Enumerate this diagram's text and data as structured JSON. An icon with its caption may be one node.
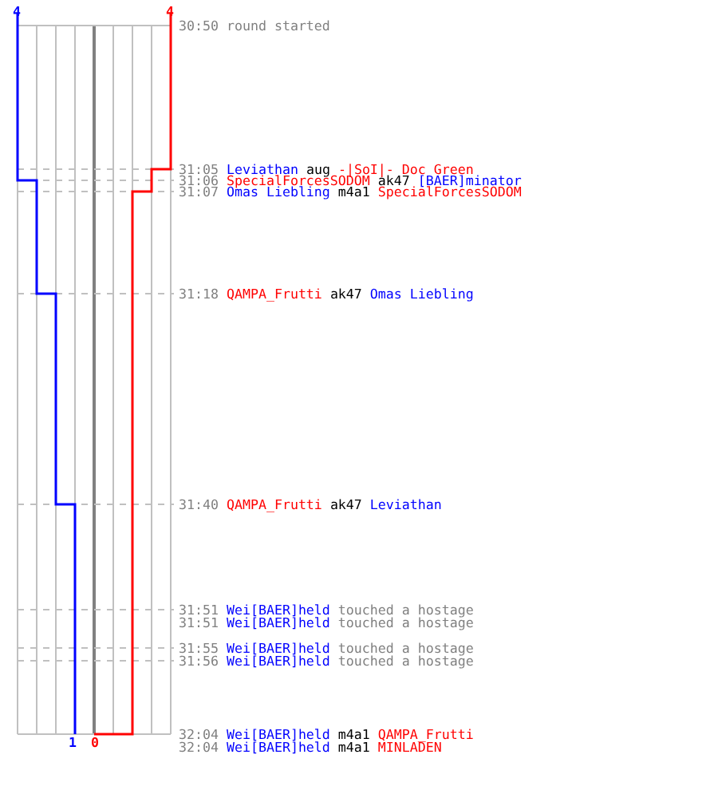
{
  "diagram": {
    "labels": [
      "4",
      "4",
      "30:50",
      "round started",
      "31:05",
      "Leviathan",
      "aug",
      "-|SoI|- Doc Green",
      "31:06",
      "SpecialForcesSODOM",
      "ak47",
      "[BAER]minator",
      "31:07",
      "Omas Liebling",
      "m4a1",
      "SpecialForcesSODOM",
      "31:18",
      "QAMPA_Frutti",
      "ak47",
      "Omas Liebling",
      "31:40",
      "QAMPA_Frutti",
      "ak47",
      "Leviathan",
      "31:51",
      "Wei[BAER]held",
      "touched a hostage",
      "31:51",
      "Wei[BAER]held",
      "touched a hostage",
      "31:55",
      "Wei[BAER]held",
      "touched a hostage",
      "31:56",
      "Wei[BAER]held",
      "touched a hostage",
      "32:04",
      "Wei[BAER]held",
      "m4a1",
      "QAMPA_Frutti",
      "32:04",
      "Wei[BAER]held",
      "m4a1",
      "MINLADEN",
      "1",
      "0"
    ]
  }
}
